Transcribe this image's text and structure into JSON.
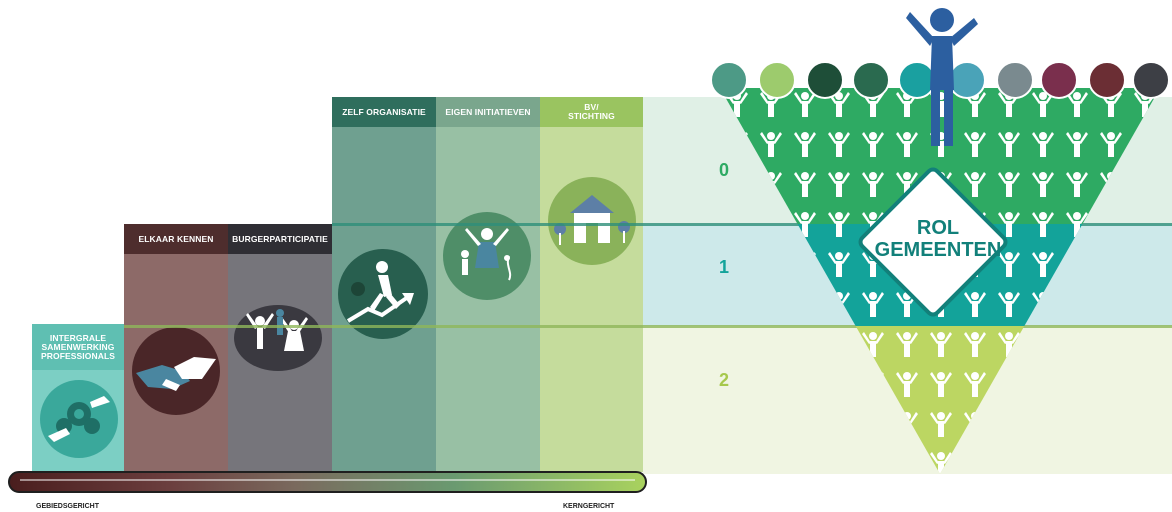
{
  "columns": [
    {
      "label": "INTERGRALE SAMENWERKING PROFESSIONALS",
      "icon": "gears-hands-icon"
    },
    {
      "label": "ELKAAR KENNEN",
      "icon": "handshake-icon"
    },
    {
      "label": "BURGERPARTICIPATIE",
      "icon": "people-cheering-icon"
    },
    {
      "label": "ZELF ORGANISATIE",
      "icon": "running-person-icon"
    },
    {
      "label": "EIGEN INITIATIEVEN",
      "icon": "family-icon"
    },
    {
      "label": "BV/ STICHTING",
      "icon": "building-icon"
    }
  ],
  "levels": [
    "0",
    "1",
    "2"
  ],
  "diamond": {
    "line1": "ROL",
    "line2": "GEMEENTEN"
  },
  "axis": {
    "left": "GEBIEDSGERICHT",
    "right": "KERNGERICHT"
  },
  "top_icons": [
    "football-icon",
    "church-icon",
    "doctor-icon",
    "documents-icon",
    "government-building-icon",
    "newspaper-icon",
    "runner-icon",
    "police-car-icon",
    "house-icon",
    "couple-icon"
  ],
  "colors": {
    "teal": "#5fbfb2",
    "brown": "#7e5a58",
    "slate": "#6f6e73",
    "dark_green": "#6a9c8e",
    "mid_green": "#8fb89a",
    "light_green": "#b6d58a",
    "triangle_top": "#2eaa63",
    "triangle_mid": "#13a39a",
    "triangle_bottom": "#bcd662",
    "figure_blue": "#2c5fa0"
  }
}
